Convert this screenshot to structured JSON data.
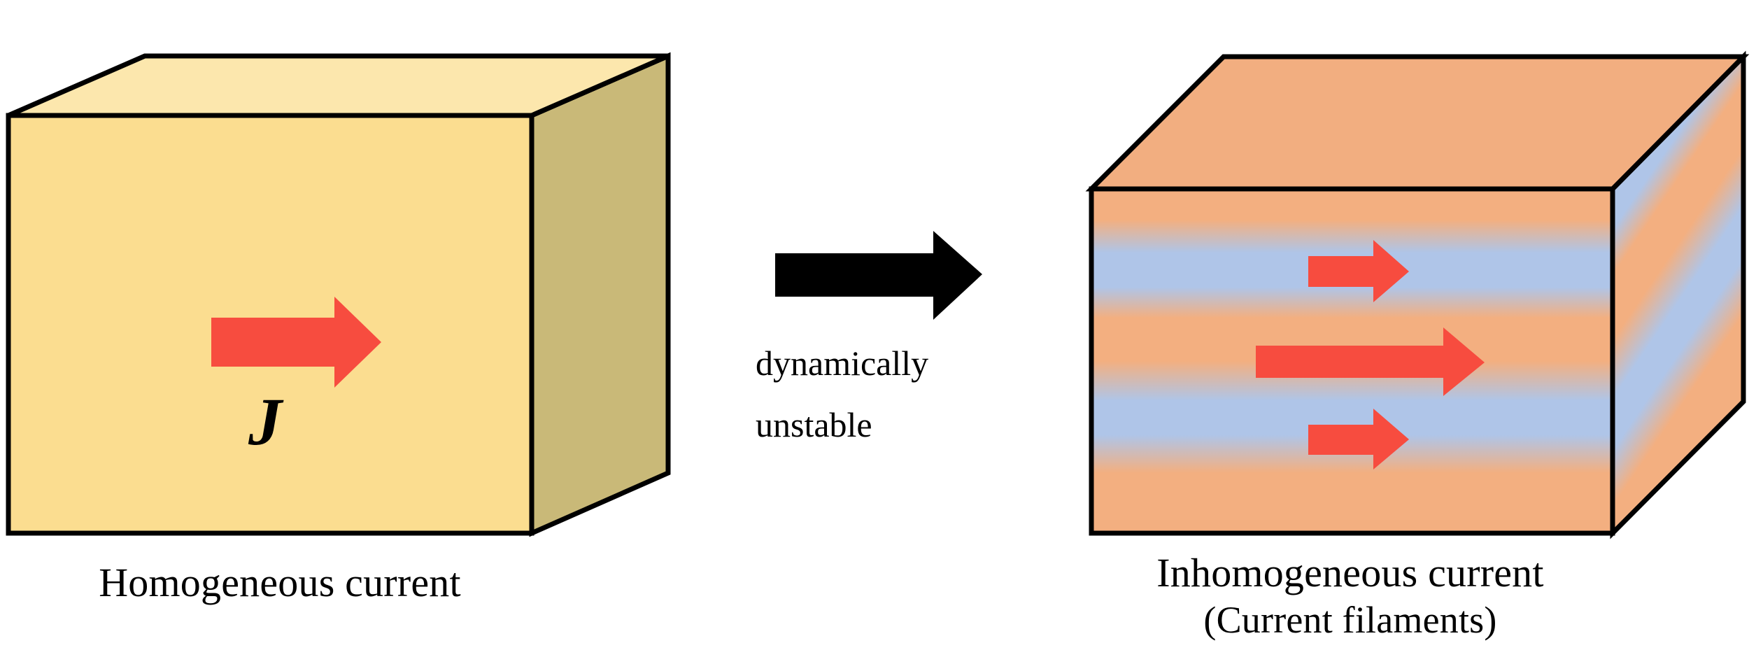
{
  "figure": {
    "title": "Current filamentation instability schematic",
    "background_color": "#ffffff"
  },
  "left_panel": {
    "caption": "Homogeneous current",
    "current_symbol": "J",
    "box": {
      "name": "homogeneous-current-box",
      "front_color": "#FBDD90",
      "top_color": "#FCE7AD",
      "side_color": "#C9B978",
      "edge_color": "#000000"
    },
    "arrow": {
      "name": "current-arrow",
      "color": "#F74C3F",
      "direction": "right"
    }
  },
  "transition": {
    "arrow_color": "#000000",
    "label_line1": "dynamically",
    "label_line2": "unstable"
  },
  "right_panel": {
    "caption_line1": "Inhomogeneous current",
    "caption_line2": "(Current filaments)",
    "box": {
      "name": "inhomogeneous-current-box",
      "top_color": "#F2AE80",
      "edge_color": "#000000",
      "band_orange": "#F3AF80",
      "band_blue": "#AFC5E8",
      "stripe_orientation_front": "horizontal",
      "stripe_orientation_side": "diagonal"
    },
    "arrows": [
      {
        "name": "filament-arrow-top",
        "color": "#F74C3F",
        "length": "short"
      },
      {
        "name": "filament-arrow-middle",
        "color": "#F74C3F",
        "length": "long"
      },
      {
        "name": "filament-arrow-bottom",
        "color": "#F74C3F",
        "length": "short"
      }
    ]
  },
  "chart_data": {
    "type": "diagram",
    "title": "Homogeneous current becomes inhomogeneous (current filaments)",
    "panels": [
      {
        "label": "Homogeneous current",
        "current_profile": "uniform",
        "arrow_count": 1
      },
      {
        "label": "Inhomogeneous current (Current filaments)",
        "current_profile": "striped",
        "arrow_count": 3,
        "band_sequence": [
          "orange",
          "blue",
          "orange",
          "blue",
          "orange"
        ]
      }
    ]
  }
}
